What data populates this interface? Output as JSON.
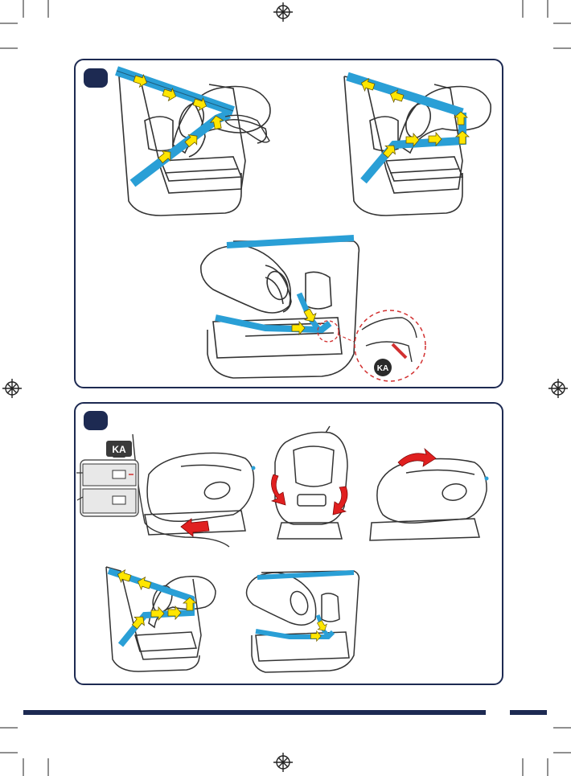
{
  "page": {
    "panels": [
      {
        "name": "step-panel-top",
        "badge": ""
      },
      {
        "name": "step-panel-bottom",
        "badge": ""
      }
    ],
    "ka_callout_top": "KA",
    "ka_callout_bottom": "KA"
  },
  "colors": {
    "navy": "#1d2a52",
    "belt_blue": "#2a9fd6",
    "arrow_yellow": "#ffe600",
    "arrow_red": "#e02020",
    "line_gray": "#3a3a3a"
  },
  "icons": [
    "registration-mark-icon",
    "crop-mark-icon",
    "belt-arrow-icon",
    "rotate-arrow-icon",
    "push-arrow-icon"
  ]
}
